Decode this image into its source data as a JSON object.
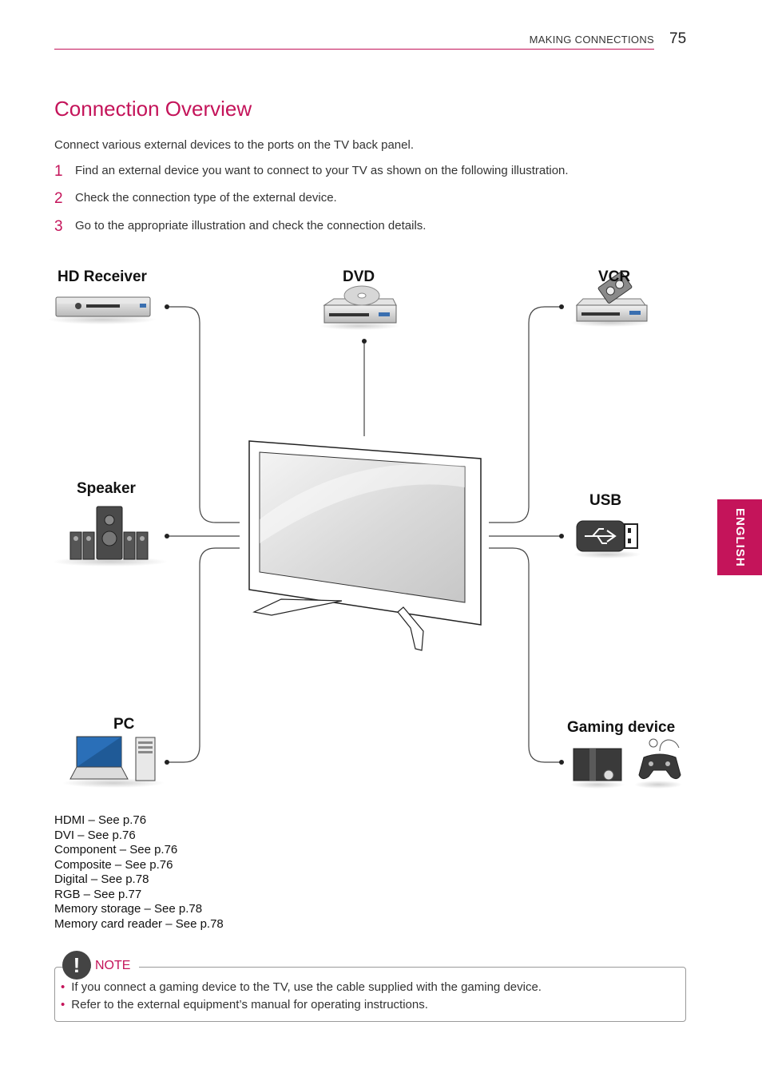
{
  "header": {
    "section": "MAKING CONNECTIONS",
    "page_number": "75"
  },
  "title": "Connection Overview",
  "intro": "Connect various external devices to the ports on the TV back panel.",
  "steps": [
    {
      "num": "1",
      "text": "Find an external device you want to connect to your TV as shown on the following illustration."
    },
    {
      "num": "2",
      "text": "Check the connection type of the external device."
    },
    {
      "num": "3",
      "text": "Go to the appropriate illustration and check the connection details."
    }
  ],
  "devices": {
    "hd_receiver": "HD Receiver",
    "dvd": "DVD",
    "vcr": "VCR",
    "speaker": "Speaker",
    "usb": "USB",
    "pc": "PC",
    "gaming": "Gaming device"
  },
  "connections": [
    "HDMI – See p.76",
    "DVI – See p.76",
    "Component – See p.76",
    "Composite – See p.76",
    "Digital – See p.78",
    "RGB – See p.77",
    "Memory storage – See p.78",
    "Memory card reader – See p.78"
  ],
  "side_tab": "ENGLISH",
  "note": {
    "label": "NOTE",
    "badge": "!",
    "items": [
      "If you connect a gaming device to the TV, use the cable supplied with the gaming device.",
      "Refer to the external equipment’s manual for operating instructions."
    ]
  },
  "colors": {
    "accent": "#c4145a",
    "text": "#333333"
  }
}
